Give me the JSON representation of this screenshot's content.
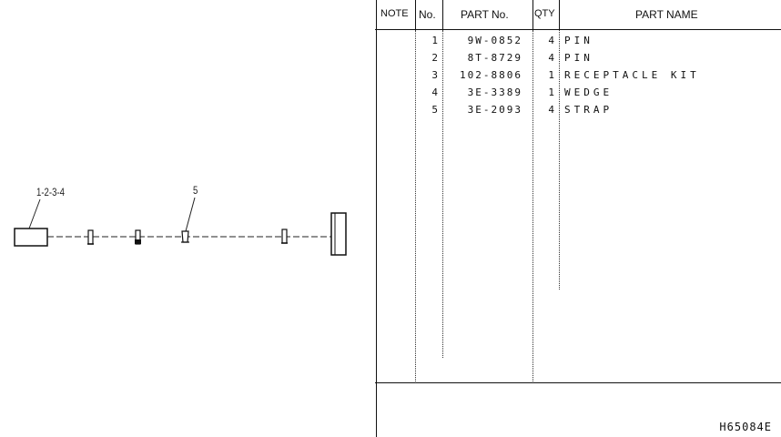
{
  "diagram": {
    "callouts": [
      {
        "label": "1-2-3-4"
      },
      {
        "label": "5"
      }
    ],
    "drawing_code": "H65084E"
  },
  "table": {
    "headers": {
      "note": "NOTE",
      "no": "No.",
      "part_no": "PART No.",
      "qty": "QTY",
      "part_name": "PART NAME"
    },
    "rows": [
      {
        "no": "1",
        "part_no": "9W-0852",
        "qty": "4",
        "name": "PIN"
      },
      {
        "no": "2",
        "part_no": "8T-8729",
        "qty": "4",
        "name": "PIN"
      },
      {
        "no": "3",
        "part_no": "102-8806",
        "qty": "1",
        "name": "RECEPTACLE KIT"
      },
      {
        "no": "4",
        "part_no": "3E-3389",
        "qty": "1",
        "name": "WEDGE"
      },
      {
        "no": "5",
        "part_no": "3E-2093",
        "qty": "4",
        "name": "STRAP"
      }
    ]
  }
}
